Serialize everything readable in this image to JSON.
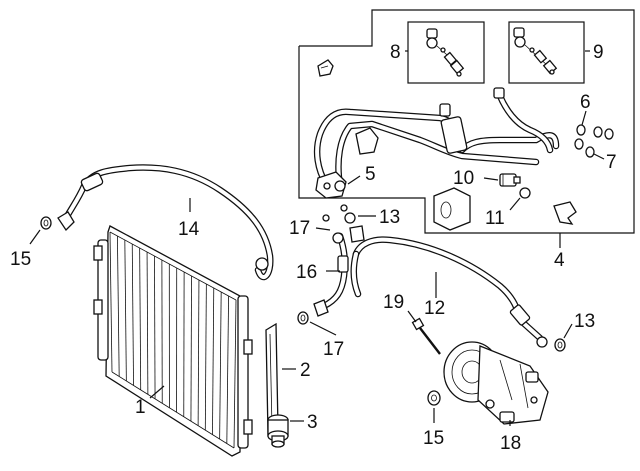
{
  "diagram": {
    "callouts": {
      "c1": "1",
      "c2": "2",
      "c3": "3",
      "c4": "4",
      "c5": "5",
      "c6": "6",
      "c7": "7",
      "c8": "8",
      "c9": "9",
      "c10": "10",
      "c11": "11",
      "c12": "12",
      "c13a": "13",
      "c13b": "13",
      "c14": "14",
      "c15a": "15",
      "c15b": "15",
      "c16": "16",
      "c17a": "17",
      "c17b": "17",
      "c18": "18",
      "c19": "19"
    }
  }
}
